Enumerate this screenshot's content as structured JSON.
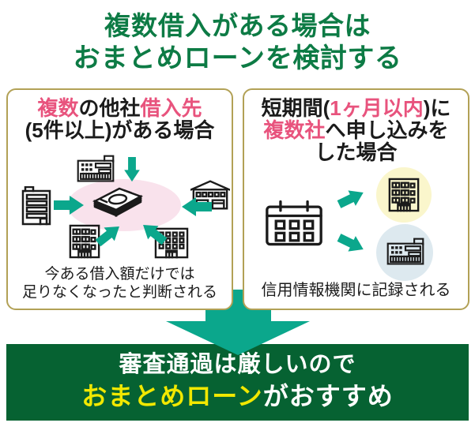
{
  "title": {
    "line1_emph": "複数借入",
    "line1_rest": "がある場合は",
    "line2_emph": "おまとめローン",
    "line2_rest": "を検討する"
  },
  "left_card": {
    "heading_part1_pink": "複数",
    "heading_part2": "の他社",
    "heading_part3_pink": "借入先",
    "heading_line2": "(5件以上)がある場合",
    "caption_line1": "今ある借入額だけでは",
    "caption_line2": "足りなくなったと判断される",
    "icons": [
      "factory-icon",
      "office-building-icon",
      "warehouse-icon",
      "bank-building-icon",
      "grid-building-icon",
      "money-stack-icon",
      "teal-arrow-icon",
      "pink-ellipse"
    ]
  },
  "right_card": {
    "heading_l1_part1": "短期間(",
    "heading_l1_pink": "1ヶ月以内",
    "heading_l1_part3": ")に",
    "heading_l2_pink": "複数社",
    "heading_l2_rest": "へ申し込みを",
    "heading_line3": "した場合",
    "caption": "信用情報機関に記録される",
    "icons": [
      "calendar-icon",
      "teal-arrow-icon",
      "bank-building-icon",
      "factory-icon",
      "yellow-circle",
      "blue-circle"
    ]
  },
  "conclusion_banner": {
    "line1": "審査通過は厳しいので",
    "line2_emph_yellow": "おまとめローン",
    "line2_rest": "がおすすめ"
  },
  "colors": {
    "title_green": "#0d7b45",
    "banner_green": "#066232",
    "banner_yellow": "#f1e800",
    "teal_arrow": "#0ba78c",
    "pink_text": "#e8537d",
    "pink_ellipse": "#f9e2ec",
    "gold_border": "#b2a156",
    "yellow_circle": "#faf6cc",
    "blue_circle": "#dde9ef",
    "ink": "#1b1b1b"
  }
}
